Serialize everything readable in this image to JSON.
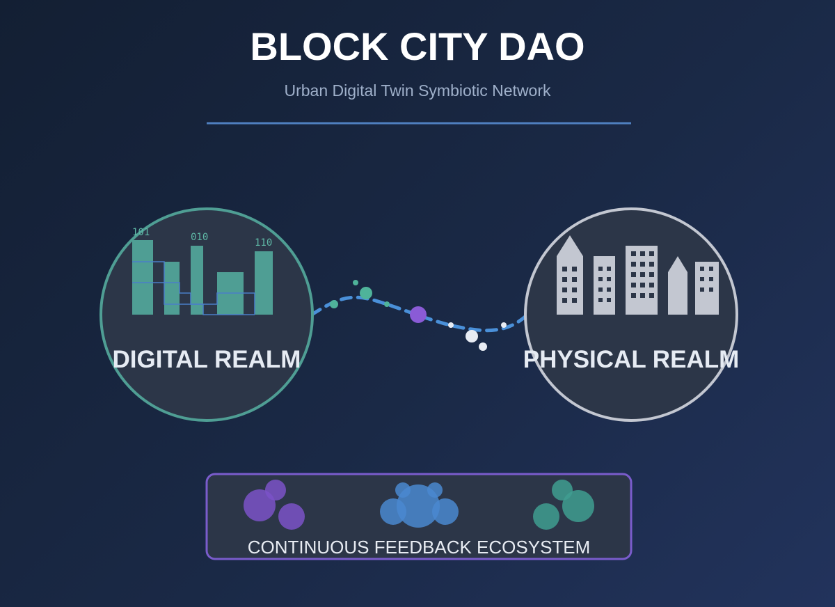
{
  "header": {
    "title": "BLOCK CITY DAO",
    "subtitle": "Urban Digital Twin Symbiotic Network"
  },
  "digital_realm": {
    "label": "DIGITAL REALM",
    "binary_labels": [
      "101",
      "010",
      "110"
    ],
    "color": "#4f9e94"
  },
  "physical_realm": {
    "label": "PHYSICAL REALM",
    "color": "#c3c7d1"
  },
  "connection": {
    "color": "#4a90d9",
    "node_colors": [
      "#4fb39a",
      "#8a5bd6",
      "#e8ecf3"
    ]
  },
  "ecosystem": {
    "label": "CONTINUOUS FEEDBACK ECOSYSTEM",
    "border_color": "#7a5ccc",
    "cluster_colors": [
      "#7b52c8",
      "#4a88d0",
      "#3f9e90"
    ]
  }
}
